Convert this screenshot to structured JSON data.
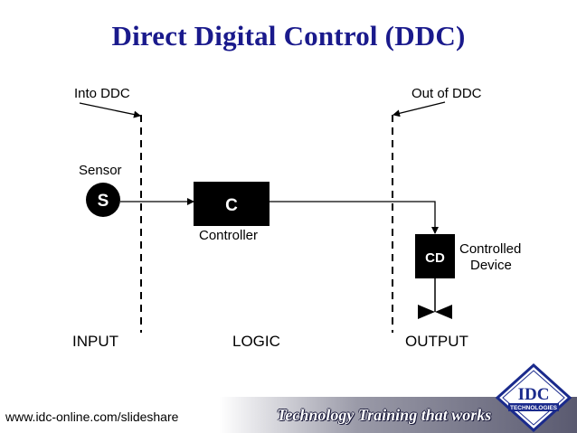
{
  "title": "Direct Digital Control (DDC)",
  "diagram": {
    "into_ddc": "Into DDC",
    "out_of_ddc": "Out of DDC",
    "sensor_label": "Sensor",
    "sensor_letter": "S",
    "controller_letter": "C",
    "controller_label": "Controller",
    "device_letter": "CD",
    "device_label_line1": "Controlled",
    "device_label_line2": "Device",
    "section_input": "INPUT",
    "section_logic": "LOGIC",
    "section_output": "OUTPUT"
  },
  "footer": {
    "url": "www.idc-online.com/slideshare",
    "tagline": "Technology Training that works"
  },
  "logo": {
    "name": "IDC",
    "sub": "TECHNOLOGIES"
  },
  "colors": {
    "title": "#1a1a8c",
    "ink": "#000000",
    "logo_blue": "#1a2a8c"
  }
}
